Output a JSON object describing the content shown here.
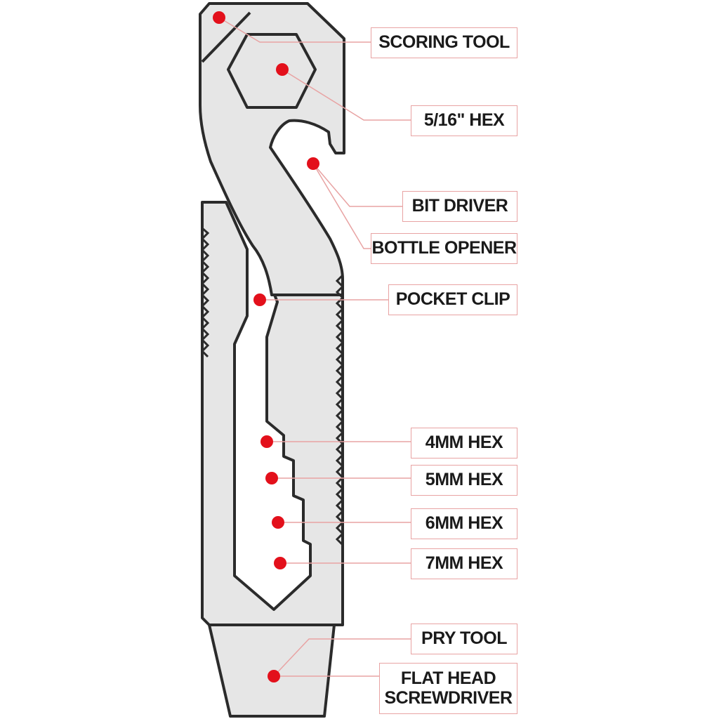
{
  "colors": {
    "tool_fill": "#e6e6e6",
    "tool_stroke": "#2b2b2b",
    "dot": "#e3101b",
    "leader": "#e8a3a3",
    "label_border": "#e8a3a3",
    "label_text": "#1a1a1a"
  },
  "labels": [
    {
      "id": "scoring-tool",
      "text": "SCORING TOOL"
    },
    {
      "id": "hex-5-16",
      "text": "5/16\" HEX"
    },
    {
      "id": "bit-driver",
      "text": "BIT DRIVER"
    },
    {
      "id": "bottle-opener",
      "text": "BOTTLE OPENER"
    },
    {
      "id": "pocket-clip",
      "text": "POCKET CLIP"
    },
    {
      "id": "hex-4mm",
      "text": "4MM HEX"
    },
    {
      "id": "hex-5mm",
      "text": "5MM HEX"
    },
    {
      "id": "hex-6mm",
      "text": "6MM HEX"
    },
    {
      "id": "hex-7mm",
      "text": "7MM HEX"
    },
    {
      "id": "pry-tool",
      "text": "PRY TOOL"
    },
    {
      "id": "flat-head-screwdriver",
      "text": "FLAT HEAD SCREWDRIVER"
    }
  ]
}
